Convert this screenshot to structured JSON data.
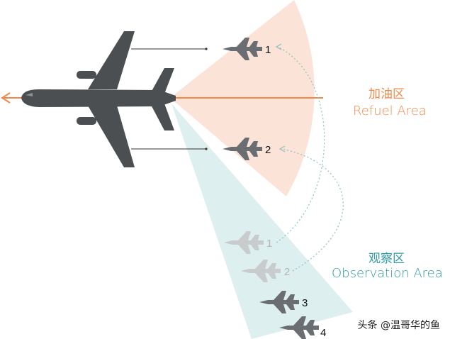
{
  "zones": {
    "refuel": {
      "label_zh": "加油区",
      "label_en": "Refuel Area",
      "color": "#f0884a",
      "fill": "#fbe3d8"
    },
    "observation": {
      "label_zh": "观察区",
      "label_en": "Observation Area",
      "color": "#2f9ba5",
      "fill": "#ddefee"
    }
  },
  "aircraft": {
    "tanker": {
      "name": "tanker-aircraft",
      "color": "#4b4f52"
    },
    "fighters": [
      {
        "number": "1",
        "zone": "refuel",
        "state": "active"
      },
      {
        "number": "2",
        "zone": "refuel",
        "state": "active"
      },
      {
        "number": "1",
        "zone": "observation",
        "state": "ghost"
      },
      {
        "number": "2",
        "zone": "observation",
        "state": "ghost"
      },
      {
        "number": "3",
        "zone": "observation",
        "state": "waiting"
      },
      {
        "number": "4",
        "zone": "observation",
        "state": "waiting"
      }
    ]
  },
  "watermark": "头条 @温哥华的鱼"
}
